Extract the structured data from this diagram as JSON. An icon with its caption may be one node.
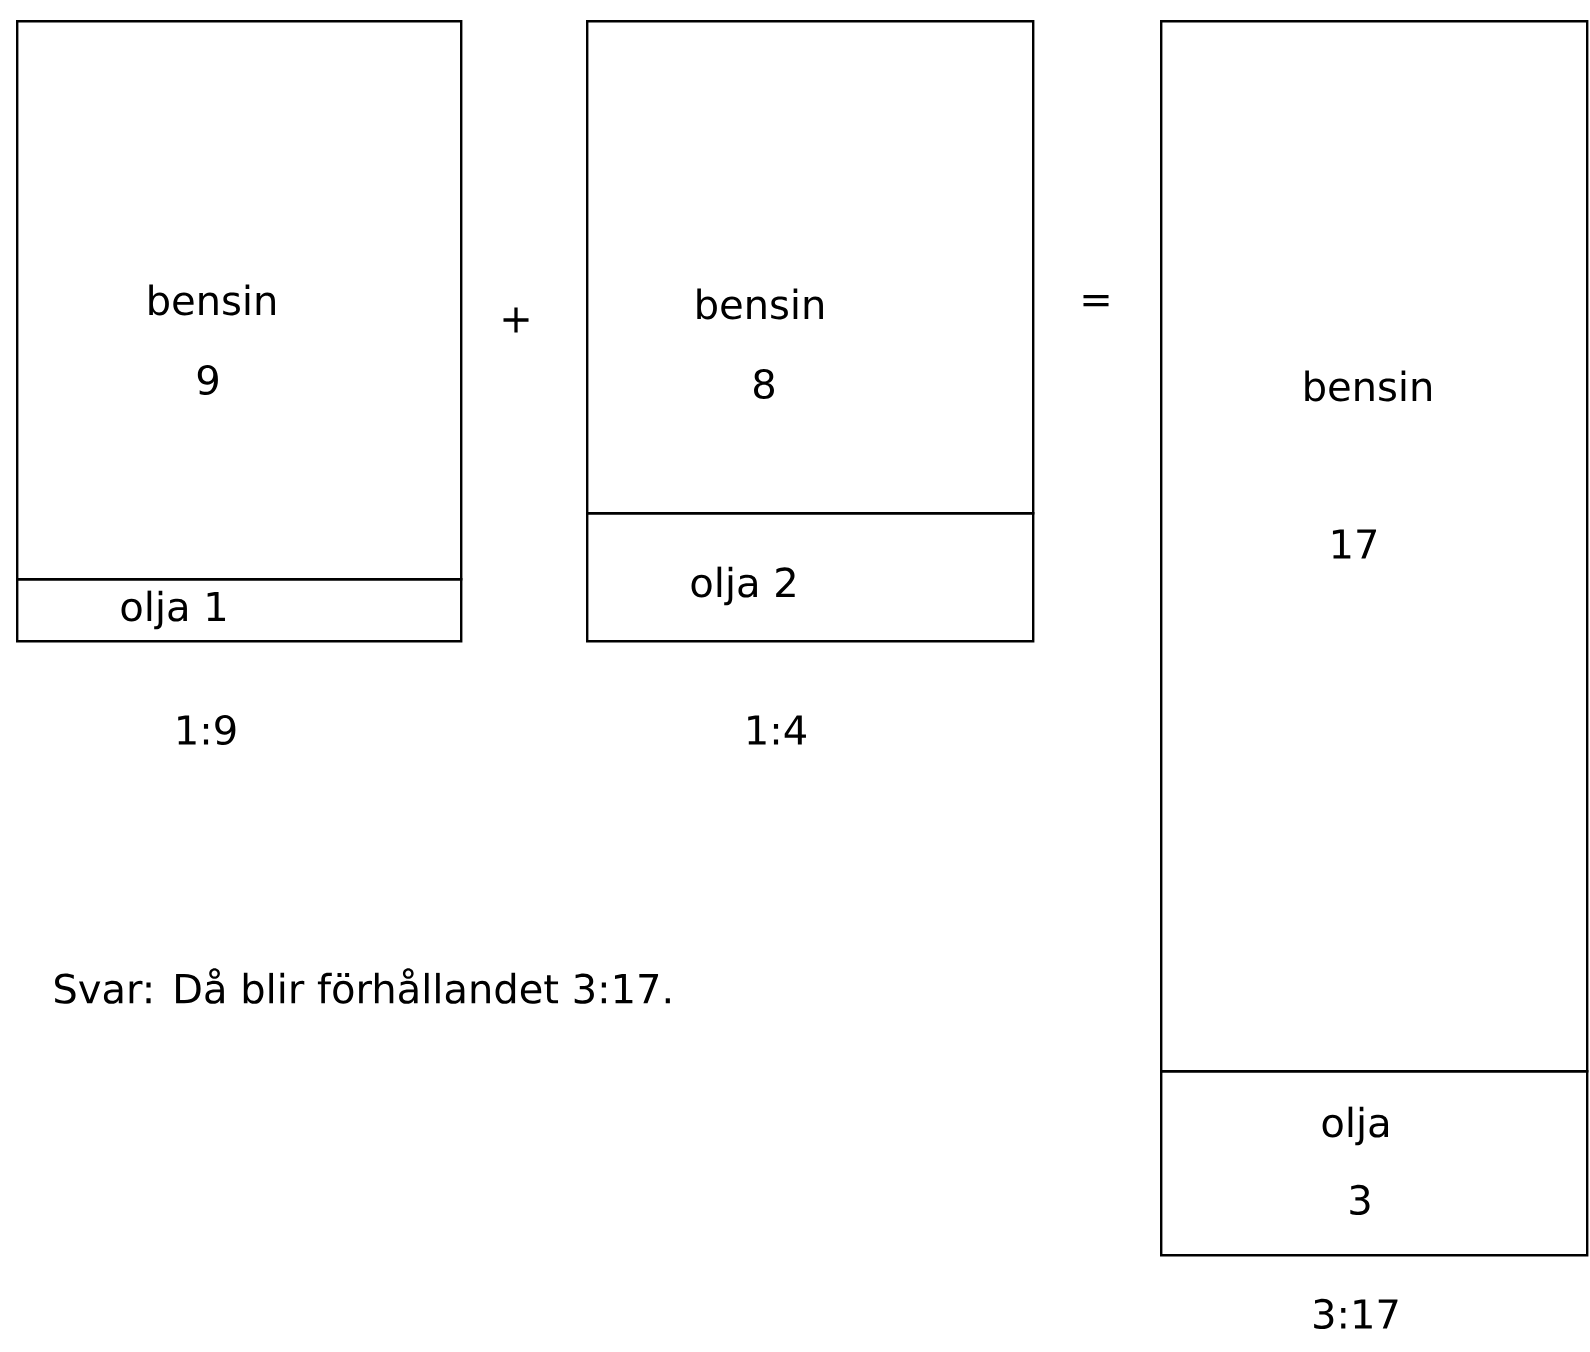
{
  "diagram": {
    "nodes": [
      {
        "text": [
          "bensin",
          "9"
        ]
      },
      {
        "text": [
          "olja 1"
        ]
      },
      {
        "text": [
          "bensin",
          "8"
        ]
      },
      {
        "text": [
          "olja 2"
        ]
      },
      {
        "text": [
          "bensin",
          "17"
        ]
      },
      {
        "text": [
          "olja",
          "3"
        ]
      }
    ],
    "labels": [
      "+",
      "=",
      "1:9",
      "1:4",
      "Svar: Då blir förhållandet 3:17.",
      "3:17"
    ]
  }
}
